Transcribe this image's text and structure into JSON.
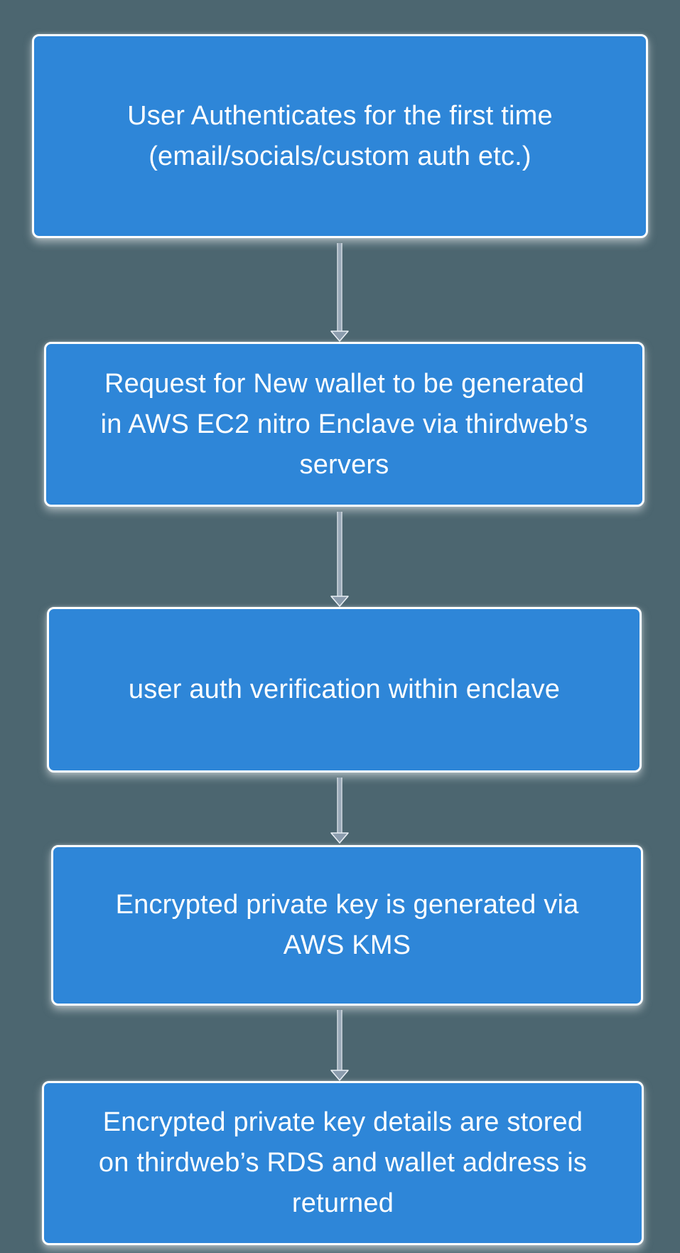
{
  "diagram": {
    "type": "flowchart",
    "direction": "top-down",
    "colors": {
      "background": "#4c6670",
      "node_fill": "#2e86d8",
      "node_border": "#fdfefe",
      "node_text": "#ffffff",
      "arrow_shaft": "#9aa9b8",
      "arrow_head": "#8b9cad",
      "arrow_outline": "#e8eef4"
    },
    "nodes": [
      {
        "id": "user-authenticates",
        "label": "User Authenticates for the first time\n(email/socials/custom auth etc.)"
      },
      {
        "id": "request-new-wallet",
        "label": "Request for New wallet to be generated\nin AWS EC2 nitro Enclave via thirdweb’s\nservers"
      },
      {
        "id": "auth-verification",
        "label": "user auth verification within enclave"
      },
      {
        "id": "key-generated-kms",
        "label": "Encrypted private key is generated via\nAWS KMS"
      },
      {
        "id": "key-stored-rds",
        "label": "Encrypted private key details are stored\non thirdweb’s RDS and wallet address is\nreturned"
      }
    ],
    "edges": [
      {
        "from": "user-authenticates",
        "to": "request-new-wallet"
      },
      {
        "from": "request-new-wallet",
        "to": "auth-verification"
      },
      {
        "from": "auth-verification",
        "to": "key-generated-kms"
      },
      {
        "from": "key-generated-kms",
        "to": "key-stored-rds"
      }
    ]
  }
}
